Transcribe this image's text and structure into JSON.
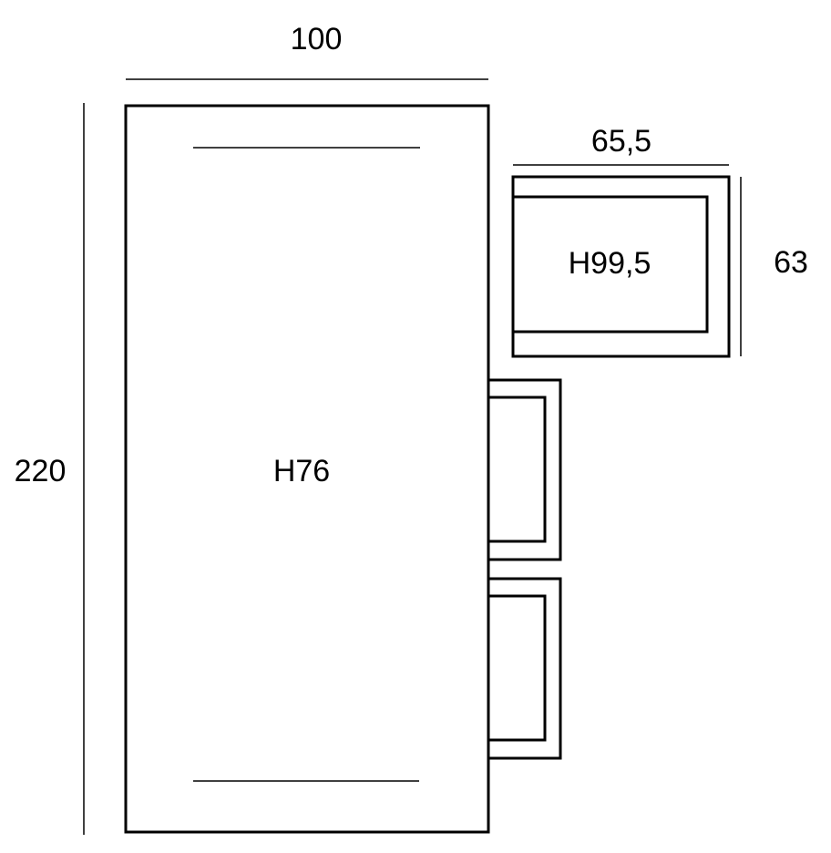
{
  "dimensions": {
    "table_width": "100",
    "table_length": "220",
    "ottoman_width": "65,5",
    "ottoman_depth": "63"
  },
  "heights": {
    "table": "H76",
    "ottoman": "H99,5"
  },
  "colors": {
    "stroke": "#000000",
    "background": "#ffffff"
  }
}
